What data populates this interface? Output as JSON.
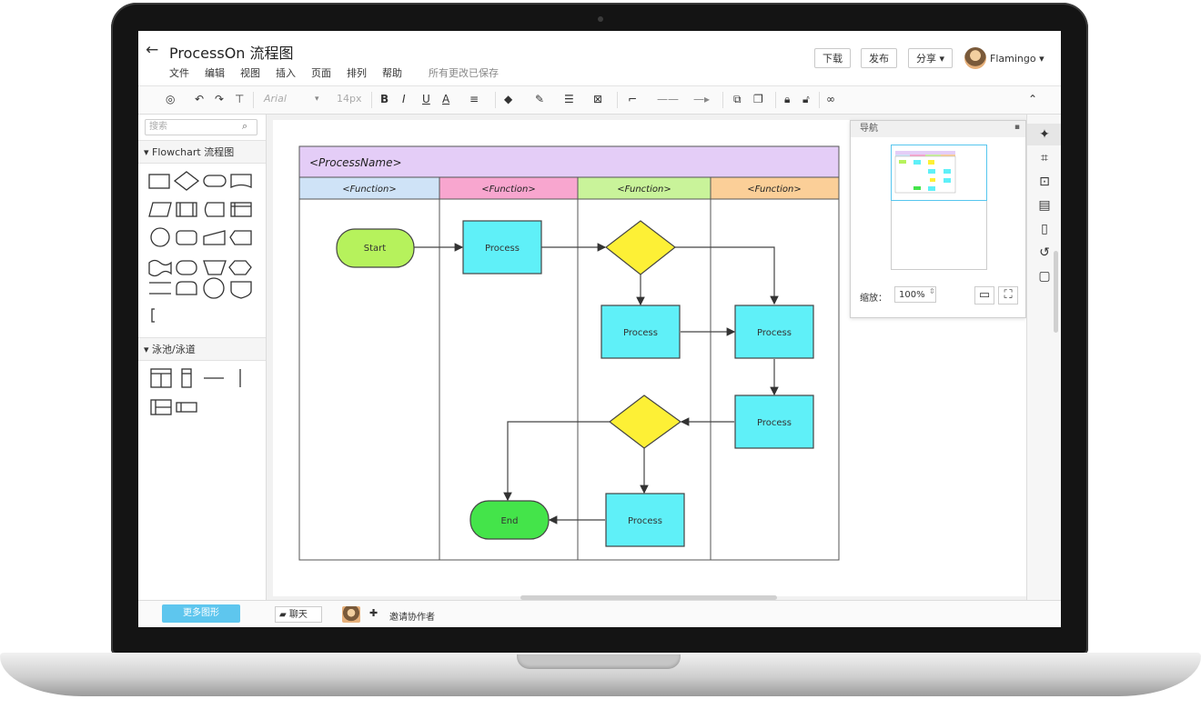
{
  "header": {
    "back_icon": "←",
    "title": "ProcessOn 流程图",
    "menu": [
      "文件",
      "编辑",
      "视图",
      "插入",
      "页面",
      "排列",
      "帮助"
    ],
    "saved_status": "所有更改已保存",
    "download_label": "下载",
    "publish_label": "发布",
    "share_label": "分享 ▾",
    "user_name": "Flamingo ▾"
  },
  "toolbar": {
    "font_name": "Arial",
    "font_size": "14px",
    "collapse_icon": "chevron-double-up-icon"
  },
  "left_panel": {
    "search_placeholder": "搜索",
    "group1_title": "▾ Flowchart 流程图",
    "group2_title": "▾ 泳池/泳道",
    "more_shapes_label": "更多图形"
  },
  "diagram": {
    "process_name": "<ProcessName>",
    "functions": [
      "<Function>",
      "<Function>",
      "<Function>",
      "<Function>"
    ],
    "lane_colors": [
      "#cfe3f7",
      "#f8a6cf",
      "#c9f39a",
      "#fbcf98"
    ],
    "start_label": "Start",
    "end_label": "End",
    "process_label": "Process",
    "colors": {
      "header": "#e4cdf7",
      "process": "#5ff0f8",
      "decision": "#fdf036",
      "start": "#b6f25c",
      "end": "#44e44a"
    }
  },
  "navigator": {
    "title": "导航",
    "zoom_label": "缩放：",
    "zoom_value": "100%"
  },
  "bottom": {
    "chat_label": "聊天",
    "invite_label": "邀请协作者"
  }
}
